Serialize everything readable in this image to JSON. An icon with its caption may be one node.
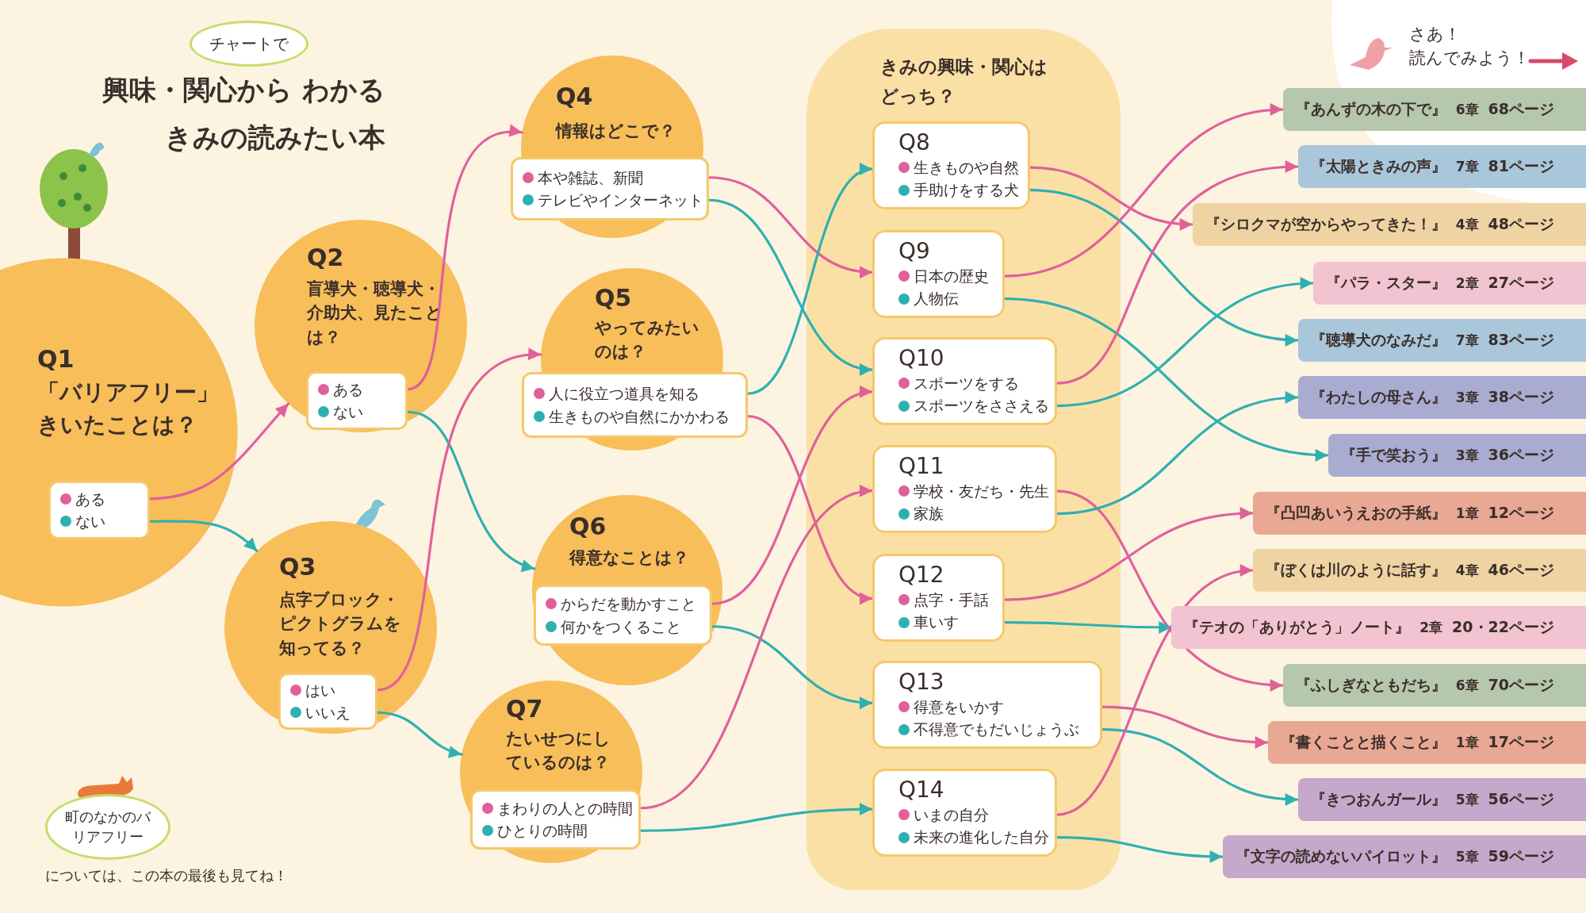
{
  "diagram": {
    "title": "興味・関心から わかるきみの読みたい本",
    "nodes": [
      {
        "text": [
          "チャートで"
        ]
      },
      {
        "text": [
          "Q1",
          "「バリアフリー」きいたことは？"
        ]
      },
      {
        "text": [
          "ある",
          "ない"
        ],
        "in": 1
      },
      {
        "text": [
          "Q2",
          "盲導犬・聴導犬・介助犬、見たことは？"
        ]
      },
      {
        "text": [
          "ある",
          "ない"
        ],
        "in": 3
      },
      {
        "text": [
          "Q3",
          "点字ブロック・ピクトグラムを知ってる？"
        ]
      },
      {
        "text": [
          "はい",
          "いいえ"
        ],
        "in": 5
      },
      {
        "text": [
          "Q4",
          "情報はどこで？"
        ]
      },
      {
        "text": [
          "本や雑誌、新聞",
          "テレビやインターネット"
        ]
      },
      {
        "text": [
          "Q5",
          "やってみたいのは？"
        ]
      },
      {
        "text": [
          "人に役立つ道具を知る",
          "生きものや自然にかかわる"
        ]
      },
      {
        "text": [
          "Q6",
          "得意なことは？"
        ]
      },
      {
        "text": [
          "からだを動かすこと",
          "何かをつくること"
        ],
        "in": 11
      },
      {
        "text": [
          "Q7",
          "たいせつにしているのは？"
        ]
      },
      {
        "text": [
          "まわりの人との時間",
          "ひとりの時間"
        ],
        "in": 13
      },
      {
        "text": [
          "きみの興味・関心はどっち？"
        ]
      },
      {
        "text": [
          "Q8",
          "生きものや自然",
          "手助けをする犬"
        ],
        "in": 15
      },
      {
        "text": [
          "Q9",
          "日本の歴史",
          "人物伝"
        ],
        "in": 15
      },
      {
        "text": [
          "Q10",
          "スポーツをする",
          "スポーツをささえる"
        ],
        "in": 15
      },
      {
        "text": [
          "Q11",
          "学校・友だち・先生",
          "家族"
        ],
        "in": 15
      },
      {
        "text": [
          "Q12",
          "点字・手話",
          "車いす"
        ],
        "in": 15
      },
      {
        "text": [
          "Q13",
          "得意をいかす",
          "不得意でもだいじょうぶ"
        ],
        "in": 15
      },
      {
        "text": [
          "Q14",
          "いまの自分",
          "未来の進化した自分"
        ],
        "in": 15
      },
      {
        "text": [
          "『あんずの木の下で』",
          "6章",
          "68ページ"
        ]
      },
      {
        "text": [
          "『太陽ときみの声』",
          "7章",
          "81ページ"
        ]
      },
      {
        "text": [
          "『シロクマが空からやってきた！』",
          "4章",
          "48ページ"
        ]
      },
      {
        "text": [
          "『パラ・スター』",
          "2章",
          "27ページ"
        ]
      },
      {
        "text": [
          "『聴導犬のなみだ』",
          "7章",
          "83ページ"
        ]
      },
      {
        "text": [
          "『わたしの母さん』",
          "3章",
          "38ページ"
        ]
      },
      {
        "text": [
          "『手で笑おう』",
          "3章",
          "36ページ"
        ]
      },
      {
        "text": [
          "『凸凹あいうえおの手紙』",
          "1章",
          "12ページ"
        ]
      },
      {
        "text": [
          "『ぼくは川のように話す』",
          "4章",
          "46ページ"
        ]
      },
      {
        "text": [
          "『テオの「ありがとう」ノート』",
          "2章",
          "20・22ページ"
        ]
      },
      {
        "text": [
          "『ふしぎなともだち』",
          "6章",
          "70ページ"
        ]
      },
      {
        "text": [
          "『書くことと描くこと』",
          "1章",
          "17ページ"
        ]
      },
      {
        "text": [
          "『きつおんガール』",
          "5章",
          "56ページ"
        ]
      },
      {
        "text": [
          "『文字の読めないパイロット』",
          "5章",
          "59ページ"
        ]
      },
      {
        "text": [
          "町のなかのバリアフリー"
        ],
        "beside": [
          "については、この本の最後も見てね！"
        ]
      }
    ],
    "edges": [
      {
        "from": 2,
        "to": 3,
        "arrow": "to",
        "color": "#e0609a"
      },
      {
        "from": 2,
        "to": 5,
        "arrow": "to",
        "color": "#2fb0b0"
      },
      {
        "from": 4,
        "to": 7,
        "arrow": "to",
        "color": "#e0609a"
      },
      {
        "from": 4,
        "to": 11,
        "arrow": "to",
        "color": "#2fb0b0"
      },
      {
        "from": 6,
        "to": 9,
        "arrow": "to",
        "color": "#e0609a"
      },
      {
        "from": 6,
        "to": 13,
        "arrow": "to",
        "color": "#2fb0b0"
      },
      {
        "from": 8,
        "to": 17,
        "arrow": "to",
        "color": "#e0609a"
      },
      {
        "from": 8,
        "to": 18,
        "arrow": "to",
        "color": "#2fb0b0"
      },
      {
        "from": 10,
        "to": 16,
        "arrow": "to",
        "color": "#2fb0b0"
      },
      {
        "from": 10,
        "to": 20,
        "arrow": "to",
        "color": "#e0609a"
      },
      {
        "from": 12,
        "to": 18,
        "arrow": "to",
        "color": "#e0609a"
      },
      {
        "from": 12,
        "to": 21,
        "arrow": "to",
        "color": "#2fb0b0"
      },
      {
        "from": 14,
        "to": 19,
        "arrow": "to",
        "color": "#e0609a"
      },
      {
        "from": 14,
        "to": 22,
        "arrow": "to",
        "color": "#2fb0b0"
      },
      {
        "from": 16,
        "to": 25,
        "arrow": "to",
        "color": "#e0609a"
      },
      {
        "from": 16,
        "to": 27,
        "arrow": "to",
        "color": "#2fb0b0"
      },
      {
        "from": 17,
        "to": 23,
        "arrow": "to",
        "color": "#e0609a"
      },
      {
        "from": 17,
        "to": 29,
        "arrow": "to",
        "color": "#2fb0b0"
      },
      {
        "from": 18,
        "to": 24,
        "arrow": "to",
        "color": "#e0609a"
      },
      {
        "from": 18,
        "to": 26,
        "arrow": "to",
        "color": "#2fb0b0"
      },
      {
        "from": 19,
        "to": 33,
        "arrow": "to",
        "color": "#e0609a"
      },
      {
        "from": 19,
        "to": 28,
        "arrow": "to",
        "color": "#2fb0b0"
      },
      {
        "from": 20,
        "to": 30,
        "arrow": "to",
        "color": "#e0609a"
      },
      {
        "from": 20,
        "to": 32,
        "arrow": "to",
        "color": "#2fb0b0"
      },
      {
        "from": 21,
        "to": 34,
        "arrow": "to",
        "color": "#e0609a"
      },
      {
        "from": 21,
        "to": 35,
        "arrow": "to",
        "color": "#2fb0b0"
      },
      {
        "from": 22,
        "to": 31,
        "arrow": "to",
        "color": "#e0609a"
      },
      {
        "from": 22,
        "to": 36,
        "arrow": "to",
        "color": "#2fb0b0"
      }
    ],
    "labels": [
      "さあ！読んでみよう！"
    ]
  }
}
